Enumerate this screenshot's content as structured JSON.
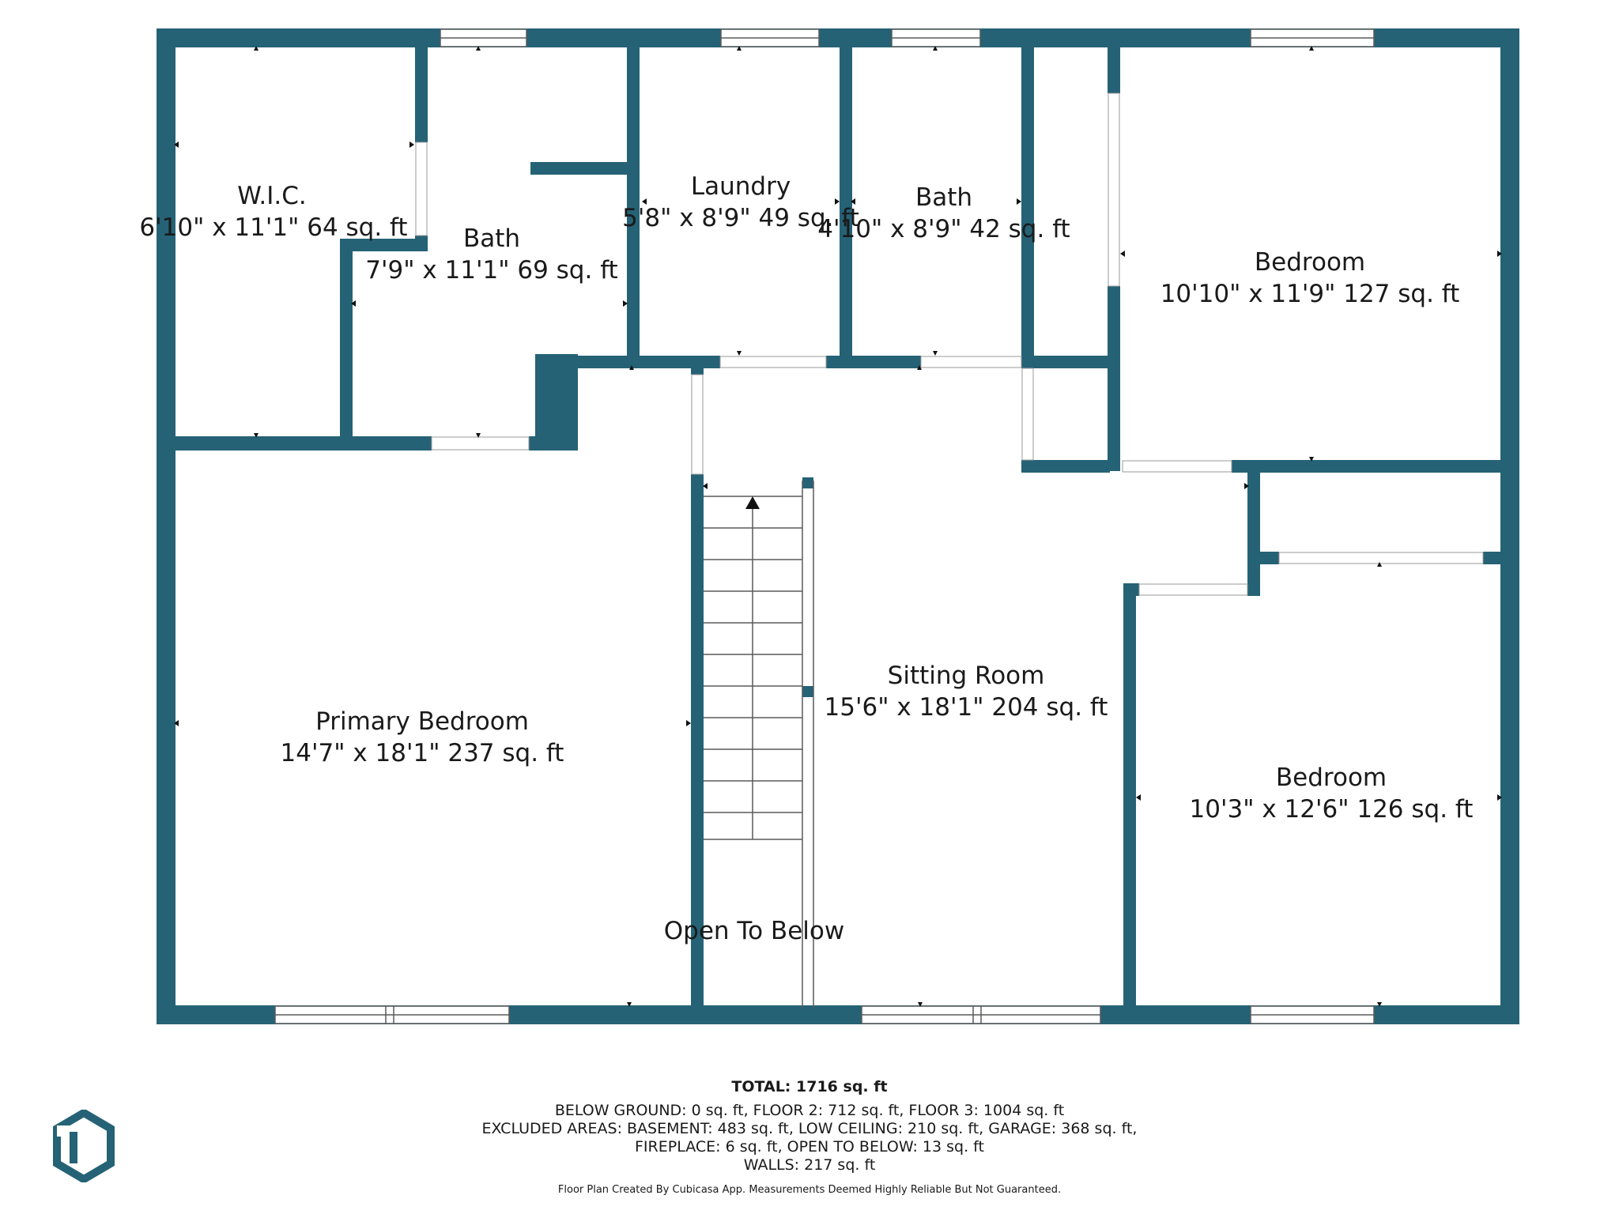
{
  "colors": {
    "wall": "#256276",
    "window_stroke": "#5a5a5a",
    "text": "#1a1a1a"
  },
  "rooms": [
    {
      "id": "wic",
      "name": "W.I.C.",
      "dims": "6'10\" x 11'1\" 64 sq. ft"
    },
    {
      "id": "bath1",
      "name": "Bath",
      "dims": "7'9\" x 11'1\" 69 sq. ft"
    },
    {
      "id": "laundry",
      "name": "Laundry",
      "dims": "5'8\" x 8'9\" 49 sq. ft"
    },
    {
      "id": "bath2",
      "name": "Bath",
      "dims": "4'10\" x 8'9\" 42 sq. ft"
    },
    {
      "id": "bedroom1",
      "name": "Bedroom",
      "dims": "10'10\" x 11'9\" 127 sq. ft"
    },
    {
      "id": "primary",
      "name": "Primary Bedroom",
      "dims": "14'7\" x 18'1\" 237 sq. ft"
    },
    {
      "id": "sitting",
      "name": "Sitting Room",
      "dims": "15'6\" x 18'1\" 204 sq. ft"
    },
    {
      "id": "bedroom2",
      "name": "Bedroom",
      "dims": "10'3\" x 12'6\" 126 sq. ft"
    },
    {
      "id": "open",
      "name": "Open To Below",
      "dims": ""
    }
  ],
  "footer": {
    "total": "TOTAL: 1716 sq. ft",
    "lines": [
      "BELOW GROUND: 0 sq. ft, FLOOR 2: 712 sq. ft, FLOOR 3: 1004 sq. ft",
      "EXCLUDED AREAS: BASEMENT: 483 sq. ft, LOW CEILING: 210 sq. ft, GARAGE: 368 sq. ft,",
      "FIREPLACE: 6 sq. ft, OPEN TO BELOW: 13 sq. ft",
      "WALLS: 217 sq. ft"
    ],
    "credit": "Floor Plan Created By Cubicasa App. Measurements Deemed Highly Reliable But Not Guaranteed."
  },
  "logo_icon": "cubicasa-logo-icon"
}
